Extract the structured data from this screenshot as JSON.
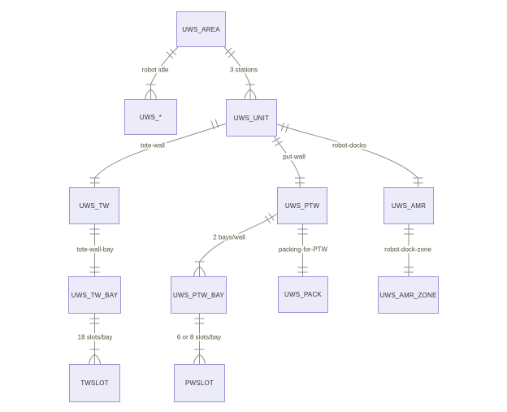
{
  "diagram": {
    "kind": "entity-relationship-crow-foot",
    "background": "#ffffff",
    "colors": {
      "entity_fill": "#ecebf9",
      "entity_border": "#a192d8",
      "entity_text": "#333333",
      "edge_line": "#8f8f8f",
      "edge_label_text": "#4f4f38"
    },
    "entities": [
      {
        "name": "UWS_AREA"
      },
      {
        "name": "UWS_*"
      },
      {
        "name": "UWS_UNIT"
      },
      {
        "name": "UWS_TW"
      },
      {
        "name": "UWS_PTW"
      },
      {
        "name": "UWS_AMR"
      },
      {
        "name": "UWS_TW_BAY"
      },
      {
        "name": "UWS_PTW_BAY"
      },
      {
        "name": "UWS_PACK"
      },
      {
        "name": "UWS_AMR_ZONE"
      },
      {
        "name": "TWSLOT"
      },
      {
        "name": "PWSLOT"
      }
    ],
    "relationships": [
      {
        "from": "UWS_AREA",
        "to": "UWS_*",
        "label": "robot idle",
        "parent_cardinality": "exactly-one",
        "child_cardinality": "one-or-many"
      },
      {
        "from": "UWS_AREA",
        "to": "UWS_UNIT",
        "label": "3 stations",
        "parent_cardinality": "exactly-one",
        "child_cardinality": "one-or-many"
      },
      {
        "from": "UWS_UNIT",
        "to": "UWS_TW",
        "label": "tote-wall",
        "parent_cardinality": "exactly-one",
        "child_cardinality": "exactly-one"
      },
      {
        "from": "UWS_UNIT",
        "to": "UWS_PTW",
        "label": "put-wall",
        "parent_cardinality": "exactly-one",
        "child_cardinality": "exactly-one"
      },
      {
        "from": "UWS_UNIT",
        "to": "UWS_AMR",
        "label": "robot-docks",
        "parent_cardinality": "exactly-one",
        "child_cardinality": "exactly-one"
      },
      {
        "from": "UWS_TW",
        "to": "UWS_TW_BAY",
        "label": "tote-wall-bay",
        "parent_cardinality": "exactly-one",
        "child_cardinality": "exactly-one"
      },
      {
        "from": "UWS_PTW",
        "to": "UWS_PTW_BAY",
        "label": "2 bays/wall",
        "parent_cardinality": "exactly-one",
        "child_cardinality": "one-or-many"
      },
      {
        "from": "UWS_PTW",
        "to": "UWS_PACK",
        "label": "packing-for-PTW",
        "parent_cardinality": "exactly-one",
        "child_cardinality": "exactly-one"
      },
      {
        "from": "UWS_AMR",
        "to": "UWS_AMR_ZONE",
        "label": "robot-dock-zone",
        "parent_cardinality": "exactly-one",
        "child_cardinality": "exactly-one"
      },
      {
        "from": "UWS_TW_BAY",
        "to": "TWSLOT",
        "label": "18 slots/bay",
        "parent_cardinality": "exactly-one",
        "child_cardinality": "one-or-many"
      },
      {
        "from": "UWS_PTW_BAY",
        "to": "PWSLOT",
        "label": "6 or 8 slots/bay",
        "parent_cardinality": "exactly-one",
        "child_cardinality": "one-or-many"
      }
    ]
  }
}
